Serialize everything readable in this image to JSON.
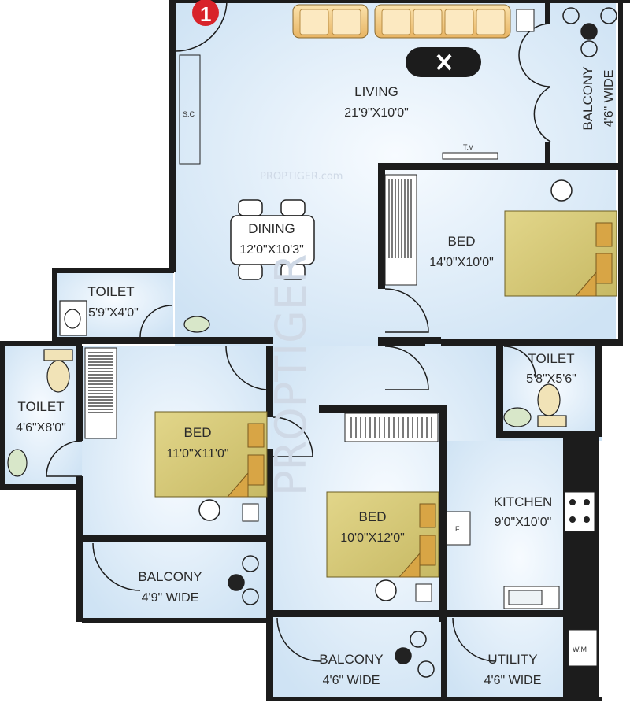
{
  "badge": {
    "number": "1",
    "color": "#d8232a"
  },
  "watermark": {
    "vertical": "PROPTIGER",
    "small": "PROPTIGER.com"
  },
  "rooms": {
    "living": {
      "name": "LIVING",
      "dims": "21'9\"X10'0\""
    },
    "dining": {
      "name": "DINING",
      "dims": "12'0\"X10'3\""
    },
    "bed_master": {
      "name": "BED",
      "dims": "14'0\"X10'0\""
    },
    "bed_left": {
      "name": "BED",
      "dims": "11'0\"X11'0\""
    },
    "bed_mid": {
      "name": "BED",
      "dims": "10'0\"X12'0\""
    },
    "toilet_small": {
      "name": "TOILET",
      "dims": "5'9\"X4'0\""
    },
    "toilet_left": {
      "name": "TOILET",
      "dims": "4'6\"X8'0\""
    },
    "toilet_right": {
      "name": "TOILET",
      "dims": "5'8\"X5'6\""
    },
    "kitchen": {
      "name": "KITCHEN",
      "dims": "9'0\"X10'0\""
    },
    "utility": {
      "name": "UTILITY",
      "dims": "4'6\" WIDE"
    },
    "balcony_top": {
      "name": "BALCONY",
      "dims": "4'6\" WIDE"
    },
    "balcony_left": {
      "name": "BALCONY",
      "dims": "4'9\" WIDE"
    },
    "balcony_mid": {
      "name": "BALCONY",
      "dims": "4'6\" WIDE"
    }
  },
  "fixtures": {
    "shoe_cabinet": "S.C",
    "tv": "T.V",
    "fridge": "F",
    "washing_machine": "W.M"
  },
  "colors": {
    "wall": "#1c1c1c",
    "floor": "#dfeefa",
    "bed": "#d3c77a",
    "sofa": "#f0c985",
    "pillow": "#d8a545"
  }
}
